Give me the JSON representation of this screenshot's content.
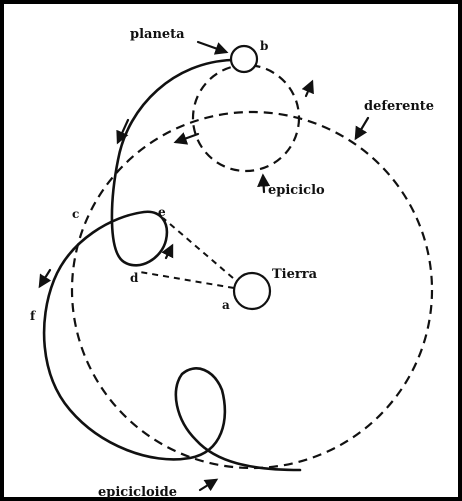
{
  "labels": {
    "planet": "planeta",
    "point_b": "b",
    "deferent": "deferente",
    "epicycle": "epiciclo",
    "point_c": "c",
    "point_e": "e",
    "point_d": "d",
    "earth": "Tierra",
    "point_a": "a",
    "point_f": "f",
    "epicycloid": "epicicloide"
  },
  "colors": {
    "ink": "#111111",
    "background": "#ffffff"
  }
}
